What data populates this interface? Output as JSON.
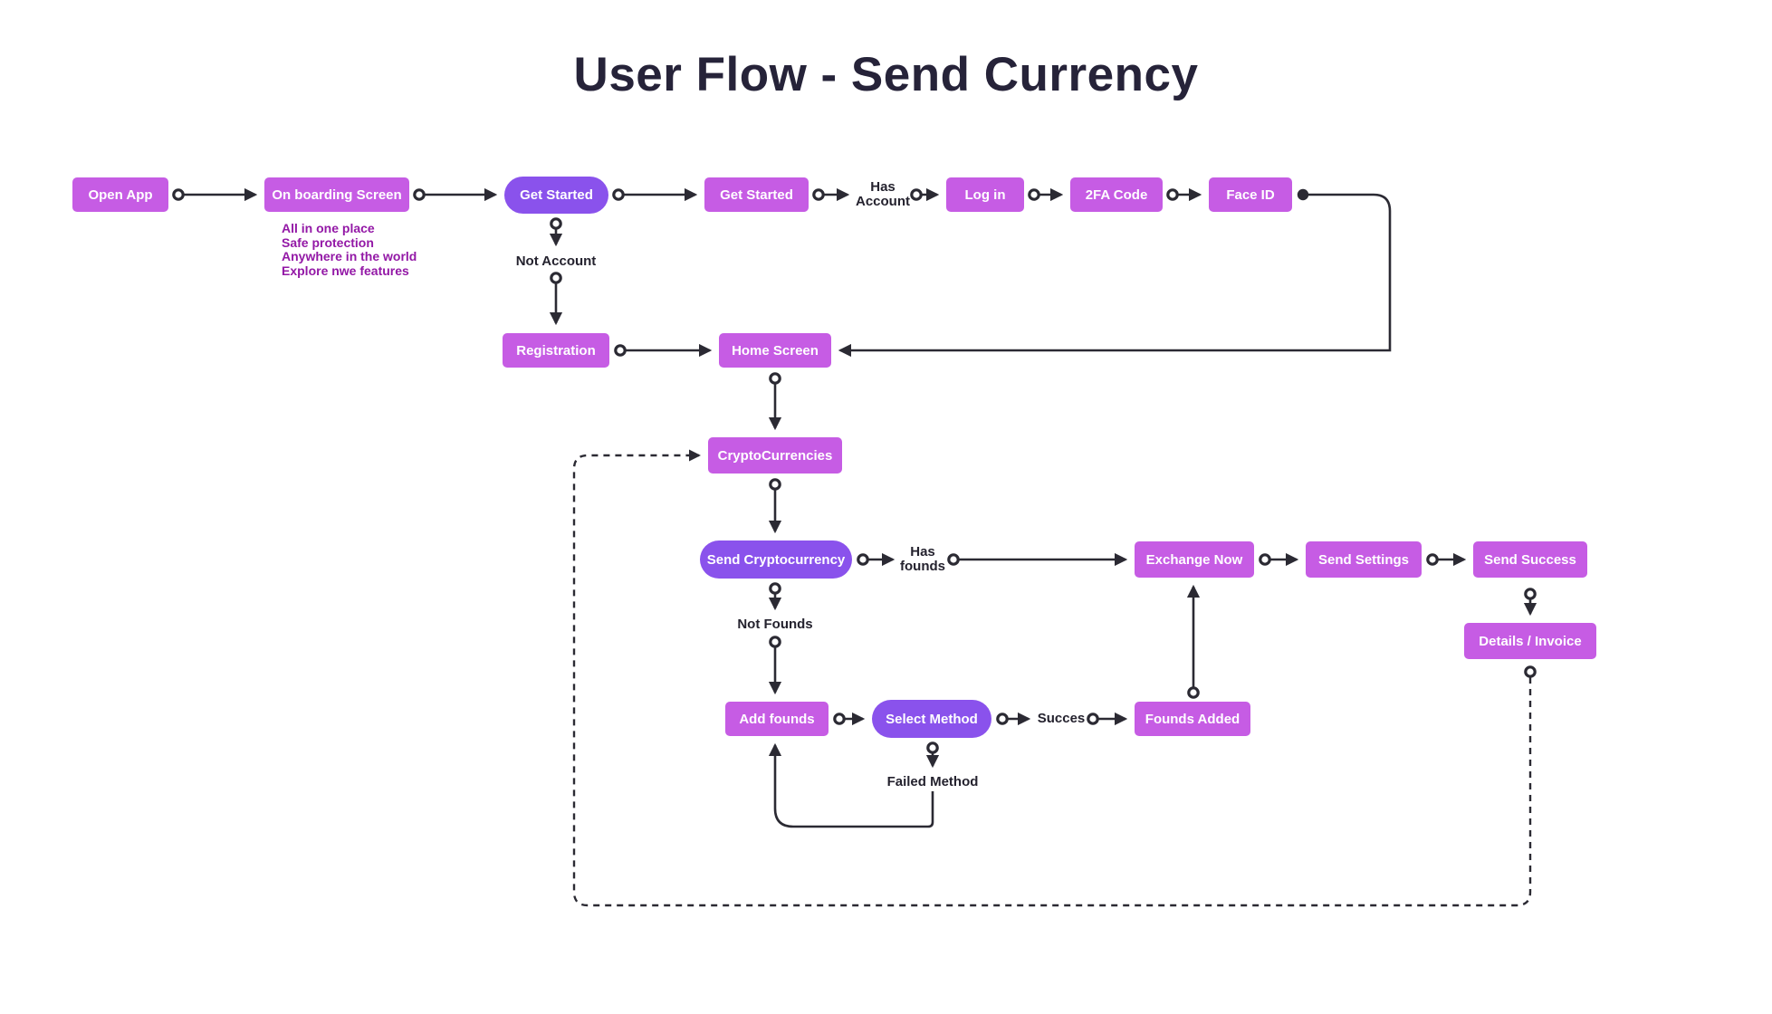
{
  "title": "User Flow - Send Currency",
  "diagram": {
    "nodes": {
      "open_app": {
        "label": "Open App"
      },
      "onboarding": {
        "label": "On boarding Screen"
      },
      "get_started_primary": {
        "label": "Get Started"
      },
      "get_started": {
        "label": "Get Started"
      },
      "log_in": {
        "label": "Log in"
      },
      "twofa_code": {
        "label": "2FA Code"
      },
      "face_id": {
        "label": "Face ID"
      },
      "registration": {
        "label": "Registration"
      },
      "home_screen": {
        "label": "Home Screen"
      },
      "cryptocurrencies": {
        "label": "CryptoCurrencies"
      },
      "send_cryptocurrency": {
        "label": "Send Cryptocurrency"
      },
      "exchange_now": {
        "label": "Exchange Now"
      },
      "send_settings": {
        "label": "Send Settings"
      },
      "send_success": {
        "label": "Send Success"
      },
      "details_invoice": {
        "label": "Details / Invoice"
      },
      "add_founds": {
        "label": "Add founds"
      },
      "select_method": {
        "label": "Select Method"
      },
      "founds_added": {
        "label": "Founds Added"
      }
    },
    "edge_labels": {
      "has_account": {
        "line1": "Has",
        "line2": "Account"
      },
      "not_account": "Not Account",
      "has_founds": {
        "line1": "Has",
        "line2": "founds"
      },
      "not_founds": "Not Founds",
      "succes": "Succes",
      "failed_method": "Failed Method"
    },
    "onboarding_features": [
      "All in one place",
      "Safe protection",
      "Anywhere in the world",
      "Explore nwe features"
    ],
    "colors": {
      "node": "#c65ce4",
      "node_primary": "#8a52ec",
      "connector": "#2b2a33",
      "feature_text": "#9318a6",
      "title": "#262339"
    }
  }
}
